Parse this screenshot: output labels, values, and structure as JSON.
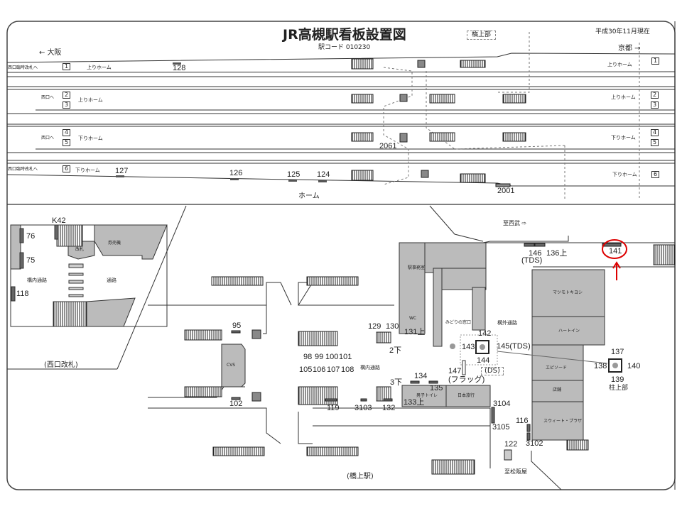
{
  "header": {
    "title": "JR高槻駅看板設置図",
    "station_code": "駅コード 010230",
    "as_of": "平成30年11月現在",
    "bridge_label": "橋上部",
    "dir_left": "← 大阪",
    "dir_right": "京都 →",
    "platform_caption": "ホーム"
  },
  "platforms": {
    "west_temp_gate": "西口臨時改札へ",
    "to_west": "西口へ",
    "up_home": "上りホーム",
    "down_home": "下りホーム",
    "tracks": [
      "1",
      "2",
      "3",
      "4",
      "5",
      "6"
    ],
    "signs": [
      "128",
      "127",
      "126",
      "125",
      "124",
      "2061",
      "2001"
    ]
  },
  "west_gate": {
    "caption": "(西口改札)",
    "labels": [
      "K42",
      "76",
      "75",
      "118",
      "改札",
      "券売機",
      "構内通路",
      "通路"
    ]
  },
  "concourse": {
    "caption": "(橋上駅)",
    "rooms": [
      "CVS",
      "駅事務室",
      "WC",
      "みどりの窓口",
      "男子トイレ",
      "日本旅行",
      "構内通路",
      "構外通路"
    ],
    "signs": [
      "95",
      "102",
      "98",
      "99",
      "100",
      "101",
      "105",
      "106",
      "107",
      "108",
      "129",
      "130",
      "131上",
      "2下",
      "3下",
      "134",
      "135",
      "133上",
      "119",
      "3103",
      "132",
      "3104",
      "3105",
      "142",
      "143",
      "144",
      "145(TDS)",
      "147",
      "(フラッグ)",
      "(DS)",
      "146",
      "(TDS)",
      "136上",
      "141",
      "137",
      "138",
      "139",
      "140",
      "柱上部",
      "116",
      "3102",
      "122"
    ],
    "to_seibu": "至西武 ⇨",
    "to_matsuzakaya": "至松阪屋",
    "shops": [
      "マツモトキヨシ",
      "ハートイン",
      "エピソード",
      "店舗",
      "スウィート・プラザ"
    ]
  },
  "highlight": {
    "sign": "141",
    "color": "#dd0000"
  }
}
